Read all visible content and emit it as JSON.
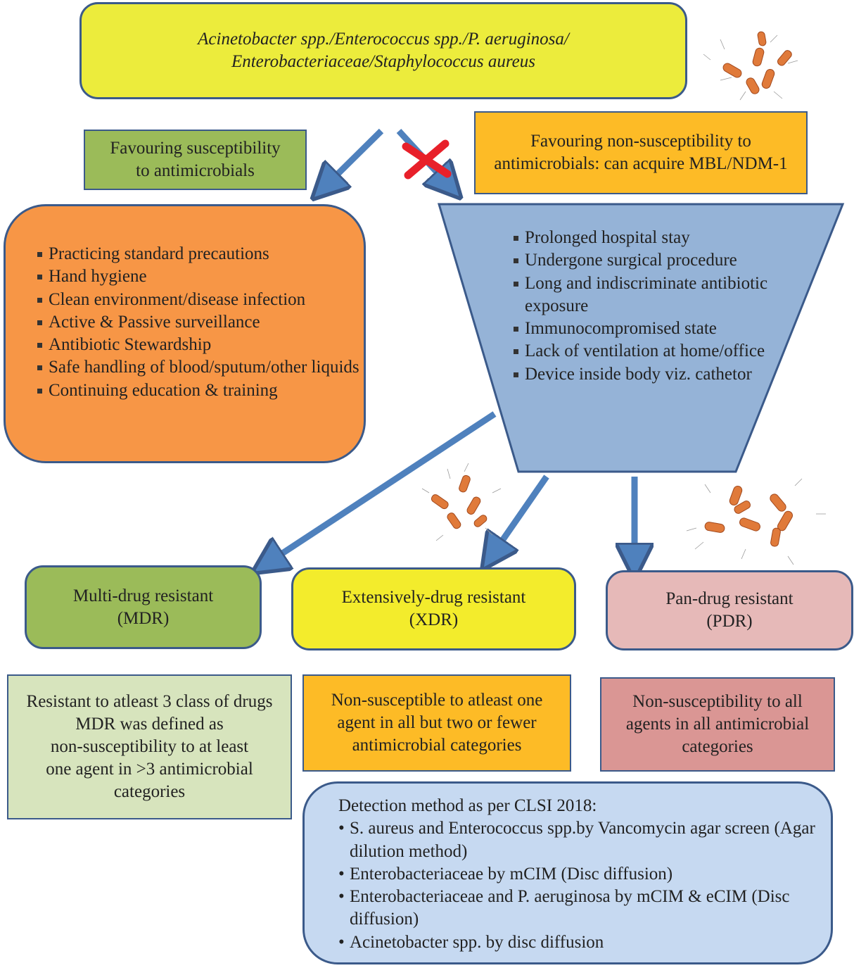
{
  "organisms": {
    "line1": "Acinetobacter spp./Enterococcus spp./P. aeruginosa/",
    "line2": "Enterobacteriaceae/Staphylococcus aureus"
  },
  "susceptibility": {
    "line1": "Favouring susceptibility",
    "line2": "to antimicrobials"
  },
  "non_susceptibility": {
    "line1": "Favouring non-susceptibility to",
    "line2": "antimicrobials: can acquire MBL/NDM-1"
  },
  "precautions": {
    "items": [
      "Practicing standard precautions",
      "Hand hygiene",
      "Clean  environment/disease infection",
      "Active & Passive surveillance",
      "Antibiotic Stewardship",
      "Safe handling of blood/sputum/other liquids",
      "Continuing education & training"
    ]
  },
  "risk_factors": {
    "items": [
      "Prolonged hospital stay",
      "Undergone surgical procedure",
      "Long and indiscriminate antibiotic exposure",
      "Immunocompromised state",
      "Lack of ventilation at home/office",
      "Device inside body viz. cathetor"
    ]
  },
  "mdr": {
    "line1": "Multi-drug resistant",
    "line2": "(MDR)"
  },
  "xdr": {
    "line1": "Extensively-drug resistant",
    "line2": "(XDR)"
  },
  "pdr": {
    "line1": "Pan-drug resistant",
    "line2": "(PDR)"
  },
  "mdr_definition": {
    "lines": [
      "Resistant to atleast 3 class of drugs",
      "MDR was defined as",
      "non-susceptibility to at least",
      "one agent in >3 antimicrobial",
      "categories"
    ]
  },
  "xdr_definition": {
    "lines": [
      "Non-susceptible to atleast one",
      "agent in all but two or fewer",
      "antimicrobial categories"
    ]
  },
  "pdr_definition": {
    "lines": [
      "Non-susceptibility to all",
      "agents in all antimicrobial",
      "categories"
    ]
  },
  "detection": {
    "title": "Detection method as per CLSI 2018:",
    "items": [
      "S. aureus and Enterococcus spp.by Vancomycin agar screen (Agar dilution method)",
      "Enterobacteriaceae by mCIM (Disc diffusion)",
      "Enterobacteriaceae and P. aeruginosa by mCIM & eCIM (Disc diffusion)",
      "Acinetobacter spp. by disc diffusion"
    ]
  },
  "colors": {
    "arrow": "#4f81bd",
    "arrow_border": "#3b5a8a",
    "cross": "#e8202a",
    "funnel": "#95b3d7",
    "bacteria": "#e07a3a"
  }
}
